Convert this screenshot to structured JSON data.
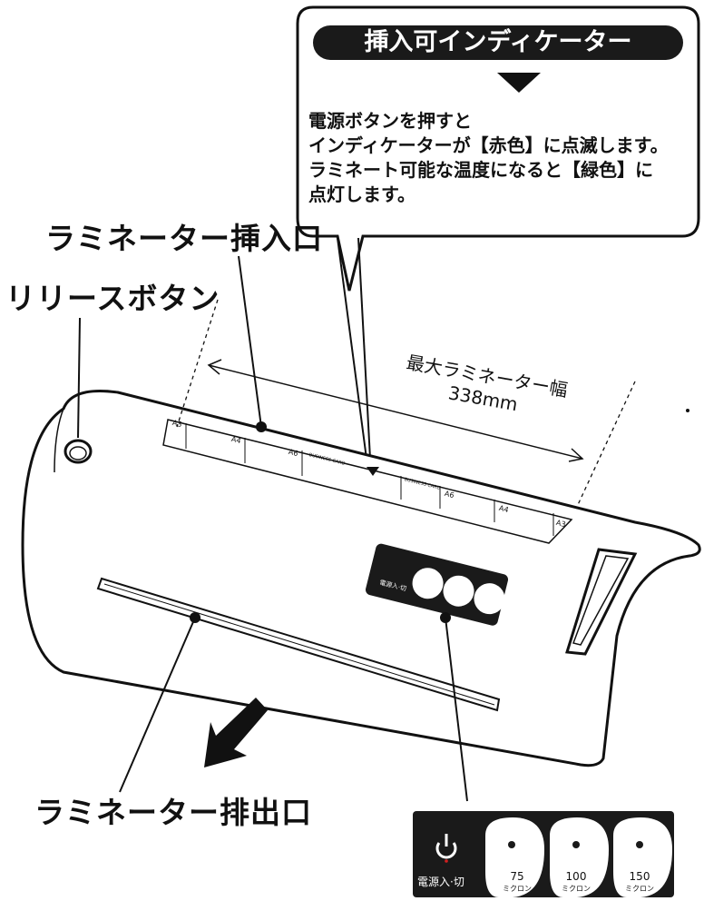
{
  "callout": {
    "banner": "挿入可インディケーター",
    "lines": [
      "電源ボタンを押すと",
      "インディケーターが【赤色】に点滅します。",
      "ラミネート可能な温度になると【緑色】に",
      "点灯します。"
    ]
  },
  "labels": {
    "inlet": "ラミネーター挿入口",
    "release": "リリースボタン",
    "outlet": "ラミネーター排出口",
    "max_width_title": "最大ラミネーター幅",
    "max_width_value": "338mm"
  },
  "guide_marks": [
    "A3",
    "A4",
    "A6",
    "BUSINESS CARD",
    "BUSINESS CARD",
    "A6",
    "A4",
    "A3"
  ],
  "panel": {
    "power_label": "電源入·切",
    "buttons": [
      {
        "value": "75",
        "unit": "ミクロン"
      },
      {
        "value": "100",
        "unit": "ミクロン"
      },
      {
        "value": "150",
        "unit": "ミクロン"
      }
    ]
  },
  "colors": {
    "ink": "#111111",
    "panel": "#1a1a1a",
    "indicator_red": "#d22020"
  }
}
